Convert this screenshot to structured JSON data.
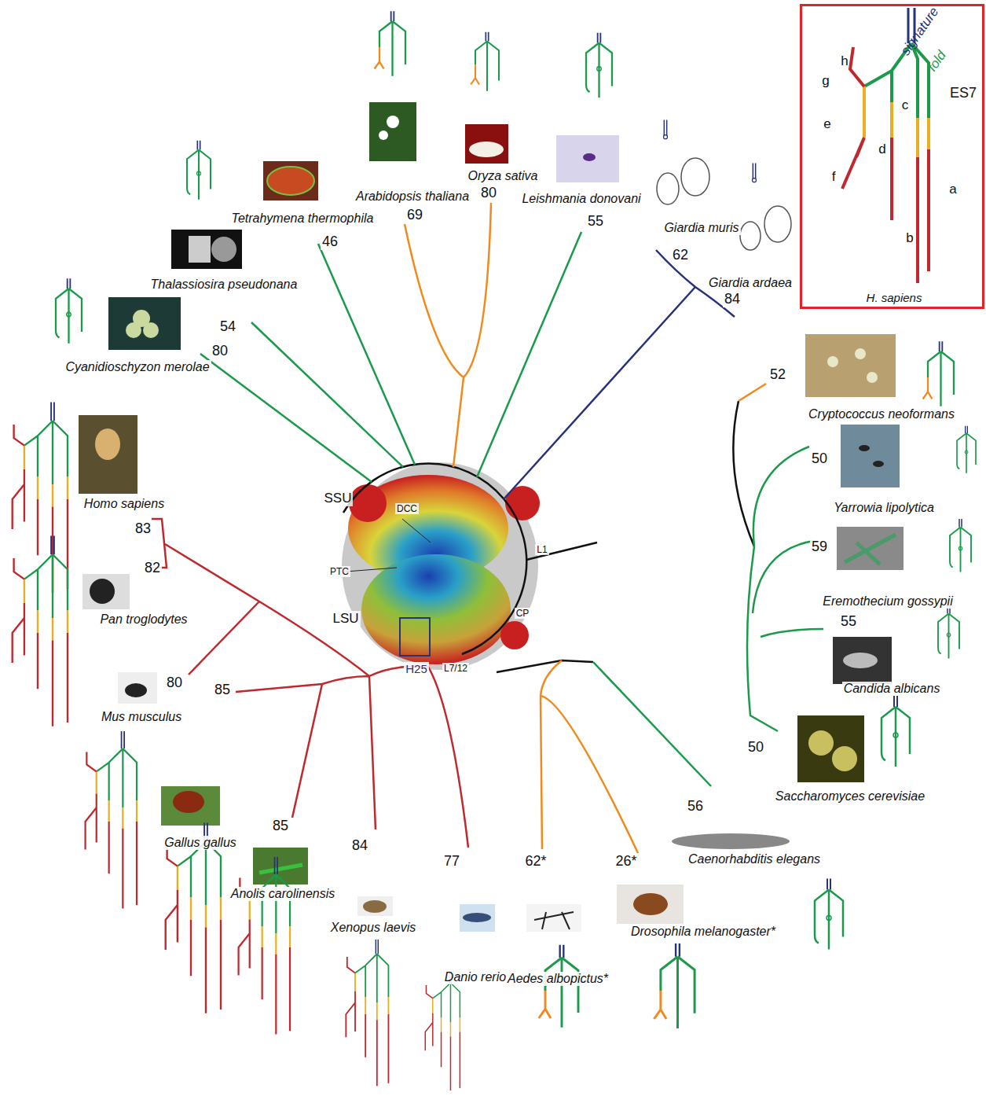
{
  "diagram": {
    "nodes": [
      {
        "text": [
          "signature",
          "fold",
          "h",
          "g",
          "c",
          "ES7",
          "e",
          "d",
          "f",
          "a",
          "b",
          "H. sapiens"
        ]
      },
      {
        "text": [
          "H25"
        ]
      }
    ],
    "labels": [
      "Tetrahymena thermophila",
      "46",
      "Arabidopsis thaliana",
      "69",
      "Oryza sativa",
      "80",
      "Leishmania donovani",
      "55",
      "Giardia muris",
      "62",
      "Giardia ardaea",
      "84",
      "Thalassiosira pseudonana",
      "54",
      "Cyanidioschyzon merolae",
      "80",
      "Homo sapiens",
      "83",
      "Pan troglodytes",
      "82",
      "Mus musculus",
      "80",
      "Gallus gallus",
      "85",
      "Anolis carolinensis",
      "85",
      "Xenopus laevis",
      "84",
      "Danio rerio",
      "77",
      "Aedes albopictus*",
      "62*",
      "Drosophila melanogaster*",
      "26*",
      "Caenorhabditis elegans",
      "56",
      "Saccharomyces cerevisiae",
      "50",
      "Candida albicans",
      "55",
      "Eremothecium gossypii",
      "59",
      "Yarrowia lipolytica",
      "50",
      "Cryptococcus neoformans",
      "52",
      "SSU",
      "LSU",
      "DCC",
      "PTC",
      "L1",
      "CP",
      "L7/12"
    ]
  }
}
